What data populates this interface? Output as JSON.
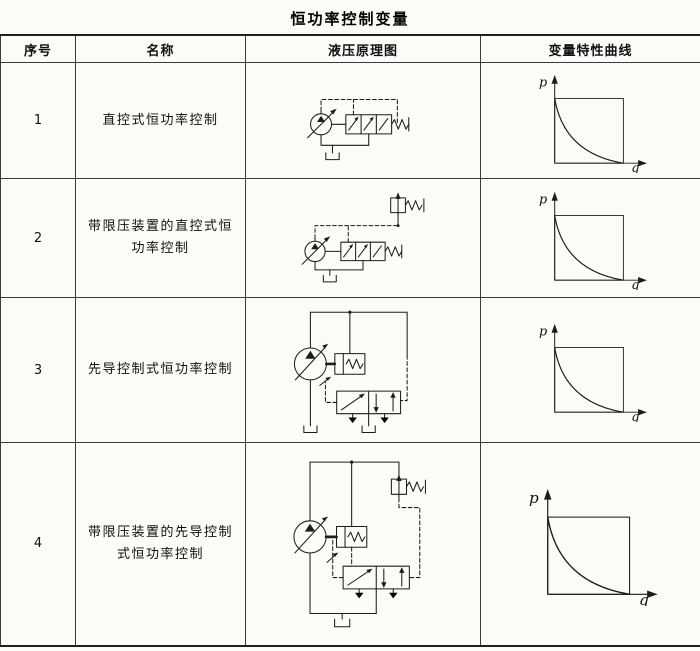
{
  "title": "恒功率控制变量",
  "table": {
    "headers": [
      "序号",
      "名称",
      "液压原理图",
      "变量特性曲线"
    ],
    "rows": [
      {
        "no": "1",
        "name": "直控式恒功率控制",
        "schematic": "variable-pump-with-direct-acting-servo-valve-circuit"
      },
      {
        "no": "2",
        "name": "带限压装置的直控式恒功率控制",
        "schematic": "variable-pump-with-direct-acting-servo-valve-and-pressure-limiter-circuit"
      },
      {
        "no": "3",
        "name": "先导控制式恒功率控制",
        "schematic": "variable-pump-with-pilot-operated-control-valve-circuit"
      },
      {
        "no": "4",
        "name": "带限压装置的先导控制式恒功率控制",
        "schematic": "variable-pump-with-pilot-operated-control-valve-and-pressure-limiter-circuit"
      }
    ]
  },
  "curve": {
    "p_label": "p",
    "q_label": "q",
    "description": "constant-power hyperbolic p-q characteristic inside square frame"
  }
}
